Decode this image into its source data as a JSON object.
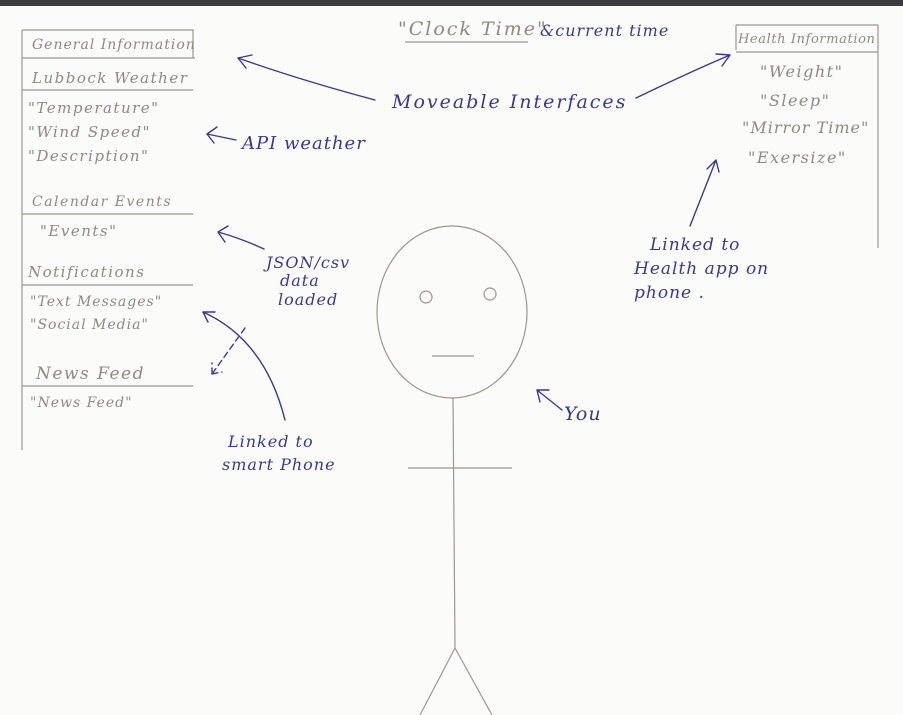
{
  "clock": {
    "label": "\"Clock Time\"",
    "note": "&current time"
  },
  "left_panel": {
    "general_header": "General Information",
    "weather": {
      "header": "Lubbock Weather",
      "items": [
        "\"Temperature\"",
        "\"Wind Speed\"",
        "\"Description\""
      ]
    },
    "calendar": {
      "header": "Calendar Events",
      "items": [
        "\"Events\""
      ]
    },
    "notifications": {
      "header": "Notifications",
      "items": [
        "\"Text Messages\"",
        "\"Social Media\""
      ]
    },
    "news": {
      "header": "News Feed",
      "items": [
        "\"News Feed\""
      ]
    }
  },
  "right_panel": {
    "header": "Health Information",
    "items": [
      "\"Weight\"",
      "\"Sleep\"",
      "\"Mirror Time\"",
      "\"Exersize\""
    ]
  },
  "annotations": {
    "moveable": "Moveable Interfaces",
    "api": "API weather",
    "json": [
      "JSON/csv",
      "data",
      "loaded"
    ],
    "smartphone": [
      "Linked to",
      "smart Phone"
    ],
    "health_app": [
      "Linked to",
      "Health app on",
      "phone ."
    ],
    "you": "You"
  }
}
